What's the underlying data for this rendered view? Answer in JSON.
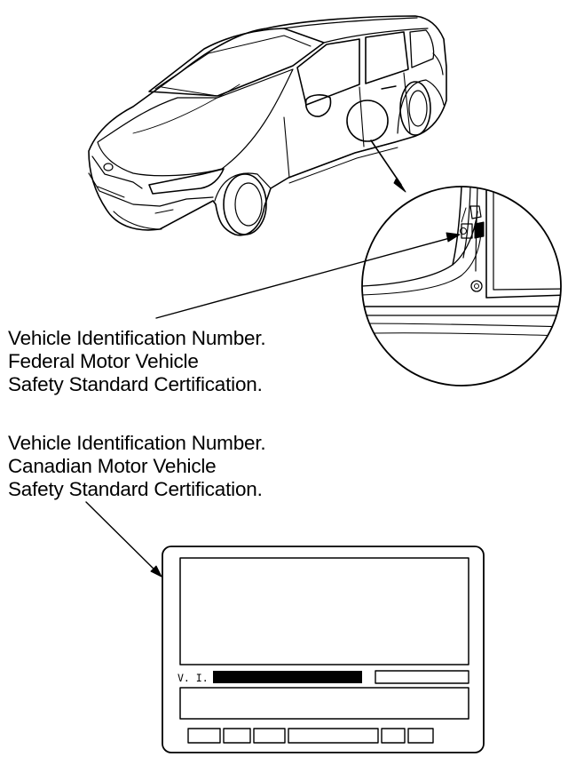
{
  "callouts": {
    "federal": {
      "line1": "Vehicle Identification Number.",
      "line2": "Federal Motor Vehicle",
      "line3": "Safety Standard Certification."
    },
    "canadian": {
      "line1": "Vehicle Identification Number.",
      "line2": "Canadian Motor Vehicle",
      "line3": "Safety Standard Certification."
    }
  },
  "label_plate": {
    "vin_prefix": "V. I. N"
  },
  "colors": {
    "ink": "#000000",
    "paper": "#ffffff"
  }
}
